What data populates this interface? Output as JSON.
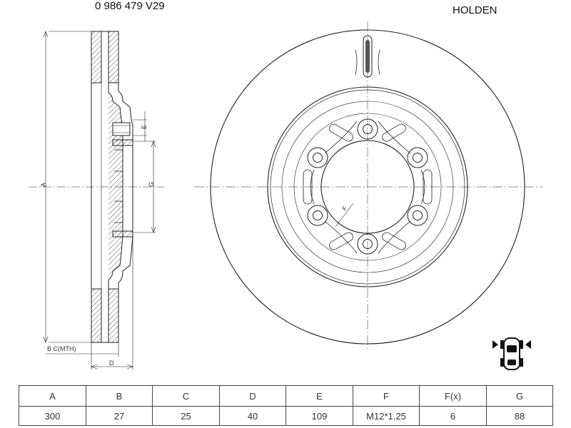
{
  "header": {
    "part_number": "0 986 479 V29",
    "brand": "HOLDEN"
  },
  "drawing_labels": {
    "a": "A",
    "b_c": "B  C(MTH)",
    "d": "D",
    "e": "E",
    "g": "G",
    "f": "F"
  },
  "icons": {
    "position_icon": "car-front-axle-icon"
  },
  "spec_table": {
    "headers": [
      "A",
      "B",
      "C",
      "D",
      "E",
      "F",
      "F(x)",
      "G"
    ],
    "values": [
      "300",
      "27",
      "25",
      "40",
      "109",
      "M12*1.25",
      "6",
      "88"
    ]
  }
}
